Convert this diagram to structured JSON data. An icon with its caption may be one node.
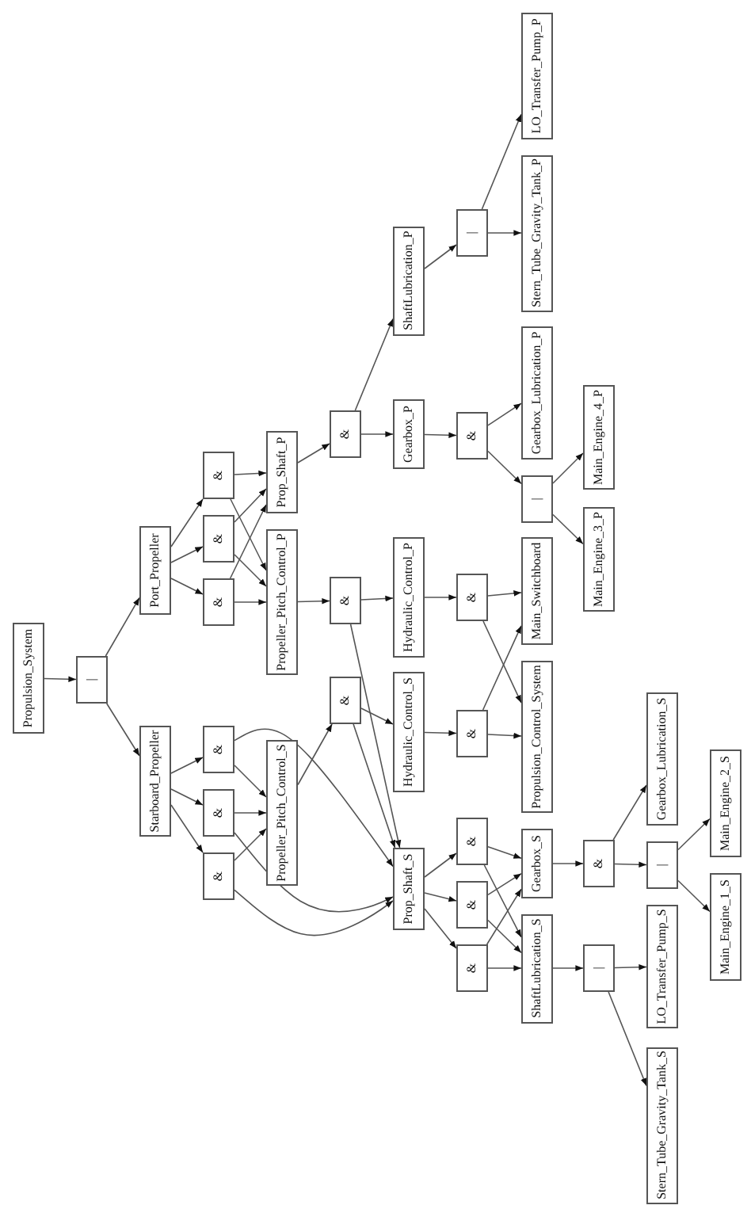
{
  "diagram": {
    "nodes": [
      {
        "text": [
          "Propulsion_System"
        ]
      },
      {
        "text": [
          "|"
        ]
      },
      {
        "text": [
          "Port_Propeller"
        ]
      },
      {
        "text": [
          "Starboard_Propeller"
        ]
      },
      {
        "text": [
          "&"
        ]
      },
      {
        "text": [
          "&"
        ]
      },
      {
        "text": [
          "&"
        ]
      },
      {
        "text": [
          "&"
        ]
      },
      {
        "text": [
          "&"
        ]
      },
      {
        "text": [
          "&"
        ]
      },
      {
        "text": [
          "Prop_Shaft_P"
        ]
      },
      {
        "text": [
          "Propeller_Pitch_Control_P"
        ]
      },
      {
        "text": [
          "Propeller_Pitch_Control_S"
        ]
      },
      {
        "text": [
          "&"
        ]
      },
      {
        "text": [
          "&"
        ]
      },
      {
        "text": [
          "&"
        ]
      },
      {
        "text": [
          "ShaftLubrication_P"
        ]
      },
      {
        "text": [
          "Gearbox_P"
        ]
      },
      {
        "text": [
          "Hydraulic_Control_P"
        ]
      },
      {
        "text": [
          "Hydraulic_Control_S"
        ]
      },
      {
        "text": [
          "Prop_Shaft_S"
        ]
      },
      {
        "text": [
          "|"
        ]
      },
      {
        "text": [
          "&"
        ]
      },
      {
        "text": [
          "&"
        ]
      },
      {
        "text": [
          "&"
        ]
      },
      {
        "text": [
          "&"
        ]
      },
      {
        "text": [
          "&"
        ]
      },
      {
        "text": [
          "&"
        ]
      },
      {
        "text": [
          "LO_Transfer_Pump_P"
        ]
      },
      {
        "text": [
          "Stern_Tube_Gravity_Tank_P"
        ]
      },
      {
        "text": [
          "Gearbox_Lubrication_P"
        ]
      },
      {
        "text": [
          "|"
        ]
      },
      {
        "text": [
          "Main_Switchboard"
        ]
      },
      {
        "text": [
          "Propulsion_Control_System"
        ]
      },
      {
        "text": [
          "Gearbox_S"
        ]
      },
      {
        "text": [
          "ShaftLubrication_S"
        ]
      },
      {
        "text": [
          "Main_Engine_4_P"
        ]
      },
      {
        "text": [
          "Main_Engine_3_P"
        ]
      },
      {
        "text": [
          "&"
        ]
      },
      {
        "text": [
          "|"
        ]
      },
      {
        "text": [
          "Gearbox_Lubrication_S"
        ]
      },
      {
        "text": [
          "|"
        ]
      },
      {
        "text": [
          "LO_Transfer_Pump_S"
        ]
      },
      {
        "text": [
          "Stern_Tube_Gravity_Tank_S"
        ]
      },
      {
        "text": [
          "Main_Engine_2_S"
        ]
      },
      {
        "text": [
          "Main_Engine_1_S"
        ]
      }
    ],
    "edges": [
      {
        "from": 0,
        "to": 1,
        "arrow": "to"
      },
      {
        "from": 1,
        "to": 2,
        "arrow": "to"
      },
      {
        "from": 1,
        "to": 3,
        "arrow": "to"
      },
      {
        "from": 2,
        "to": 4,
        "arrow": "to"
      },
      {
        "from": 2,
        "to": 5,
        "arrow": "to"
      },
      {
        "from": 2,
        "to": 6,
        "arrow": "to"
      },
      {
        "from": 3,
        "to": 7,
        "arrow": "to"
      },
      {
        "from": 3,
        "to": 8,
        "arrow": "to"
      },
      {
        "from": 3,
        "to": 9,
        "arrow": "to"
      },
      {
        "from": 4,
        "to": 10,
        "arrow": "to"
      },
      {
        "from": 4,
        "to": 11,
        "arrow": "to"
      },
      {
        "from": 5,
        "to": 10,
        "arrow": "to"
      },
      {
        "from": 5,
        "to": 11,
        "arrow": "to"
      },
      {
        "from": 6,
        "to": 10,
        "arrow": "to"
      },
      {
        "from": 6,
        "to": 11,
        "arrow": "to"
      },
      {
        "from": 7,
        "to": 12,
        "arrow": "to"
      },
      {
        "from": 7,
        "to": 20,
        "arrow": "to"
      },
      {
        "from": 8,
        "to": 12,
        "arrow": "to"
      },
      {
        "from": 8,
        "to": 20,
        "arrow": "to"
      },
      {
        "from": 9,
        "to": 12,
        "arrow": "to"
      },
      {
        "from": 9,
        "to": 20,
        "arrow": "to"
      },
      {
        "from": 10,
        "to": 13,
        "arrow": "to"
      },
      {
        "from": 11,
        "to": 14,
        "arrow": "to"
      },
      {
        "from": 12,
        "to": 15,
        "arrow": "to"
      },
      {
        "from": 13,
        "to": 16,
        "arrow": "to"
      },
      {
        "from": 13,
        "to": 17,
        "arrow": "to"
      },
      {
        "from": 14,
        "to": 18,
        "arrow": "to"
      },
      {
        "from": 14,
        "to": 20,
        "arrow": "to"
      },
      {
        "from": 15,
        "to": 19,
        "arrow": "to"
      },
      {
        "from": 15,
        "to": 20,
        "arrow": "to"
      },
      {
        "from": 16,
        "to": 21,
        "arrow": "to"
      },
      {
        "from": 17,
        "to": 22,
        "arrow": "to"
      },
      {
        "from": 18,
        "to": 23,
        "arrow": "to"
      },
      {
        "from": 19,
        "to": 24,
        "arrow": "to"
      },
      {
        "from": 20,
        "to": 25,
        "arrow": "to"
      },
      {
        "from": 20,
        "to": 26,
        "arrow": "to"
      },
      {
        "from": 20,
        "to": 27,
        "arrow": "to"
      },
      {
        "from": 21,
        "to": 28,
        "arrow": "to"
      },
      {
        "from": 21,
        "to": 29,
        "arrow": "to"
      },
      {
        "from": 22,
        "to": 30,
        "arrow": "to"
      },
      {
        "from": 22,
        "to": 31,
        "arrow": "to"
      },
      {
        "from": 23,
        "to": 32,
        "arrow": "to"
      },
      {
        "from": 23,
        "to": 33,
        "arrow": "to"
      },
      {
        "from": 24,
        "to": 32,
        "arrow": "to"
      },
      {
        "from": 24,
        "to": 33,
        "arrow": "to"
      },
      {
        "from": 25,
        "to": 34,
        "arrow": "to"
      },
      {
        "from": 25,
        "to": 35,
        "arrow": "to"
      },
      {
        "from": 26,
        "to": 34,
        "arrow": "to"
      },
      {
        "from": 26,
        "to": 35,
        "arrow": "to"
      },
      {
        "from": 27,
        "to": 34,
        "arrow": "to"
      },
      {
        "from": 27,
        "to": 35,
        "arrow": "to"
      },
      {
        "from": 31,
        "to": 36,
        "arrow": "to"
      },
      {
        "from": 31,
        "to": 37,
        "arrow": "to"
      },
      {
        "from": 34,
        "to": 38,
        "arrow": "to"
      },
      {
        "from": 35,
        "to": 39,
        "arrow": "to"
      },
      {
        "from": 38,
        "to": 40,
        "arrow": "to"
      },
      {
        "from": 38,
        "to": 41,
        "arrow": "to"
      },
      {
        "from": 39,
        "to": 42,
        "arrow": "to"
      },
      {
        "from": 39,
        "to": 43,
        "arrow": "to"
      },
      {
        "from": 41,
        "to": 44,
        "arrow": "to"
      },
      {
        "from": 41,
        "to": 45,
        "arrow": "to"
      }
    ]
  }
}
